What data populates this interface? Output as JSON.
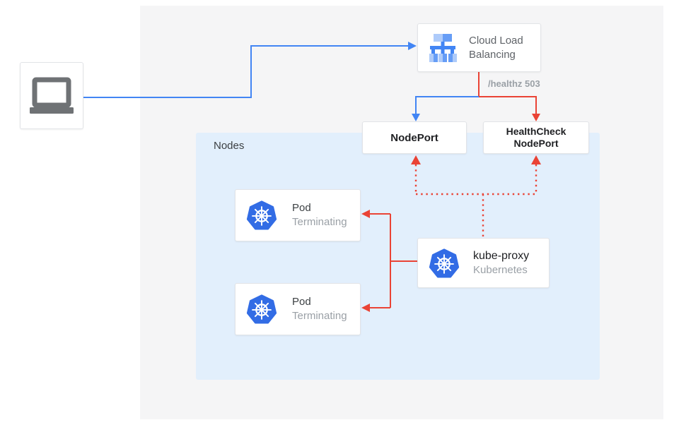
{
  "colors": {
    "blue_line": "#4285f4",
    "red_line": "#ea4335",
    "kubernetes_blue": "#326ce5",
    "clb_icon_light": "#aecbfa",
    "clb_icon_mid": "#669df6",
    "clb_icon_main": "#4285f4",
    "nodes_container_bg": "#e2effc",
    "panel_bg": "#f5f5f6",
    "laptop_gray": "#6f7275",
    "dark_text": "#202124",
    "gray_text": "#9aa0a6"
  },
  "client": {
    "icon": "laptop-icon"
  },
  "cloud_load_balancing": {
    "icon": "cloud-load-balancing-icon",
    "label_line1": "Cloud Load",
    "label_line2": "Balancing"
  },
  "health_check_label": "/healthz 503",
  "node_port": {
    "label": "NodePort"
  },
  "health_check_node_port": {
    "label_line1": "HealthCheck",
    "label_line2": "NodePort"
  },
  "nodes": {
    "label": "Nodes"
  },
  "pods": [
    {
      "icon": "kubernetes-icon",
      "title": "Pod",
      "status": "Terminating"
    },
    {
      "icon": "kubernetes-icon",
      "title": "Pod",
      "status": "Terminating"
    }
  ],
  "kube_proxy": {
    "icon": "kubernetes-icon",
    "title": "kube-proxy",
    "subtitle": "Kubernetes"
  }
}
